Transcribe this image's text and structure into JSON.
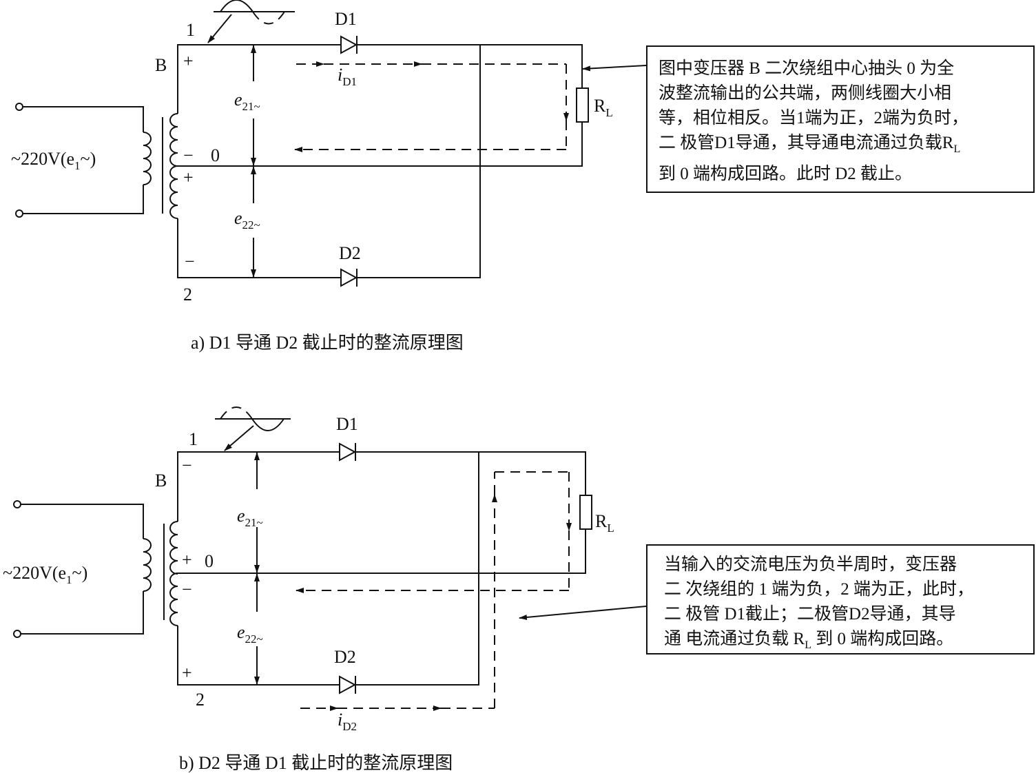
{
  "fig_a": {
    "caption": "a) D1 导通 D2 截止时的整流原理图",
    "input_label": "~220V(e",
    "input_sub": "1",
    "input_tail": "~)",
    "transformer_label": "B",
    "terminal_1": "1",
    "terminal_2": "2",
    "center_tap": "0",
    "polarity_top": "+",
    "polarity_mid_upper": "−",
    "polarity_mid_lower": "+",
    "polarity_bottom": "−",
    "e21": "e",
    "e21_sub": "21~",
    "e22": "e",
    "e22_sub": "22~",
    "diode1": "D1",
    "diode2": "D2",
    "current": "i",
    "current_sub": "D1",
    "load": "R",
    "load_sub": "L",
    "note_lines": [
      "图中变压器 B 二次绕组中心抽头 0 为全",
      "波整流输出的公共端，两侧线圈大小相",
      "等，相位相反。当1端为正，2端为负时，",
      "二 极管D1导通，其导通电流通过负载R",
      "到 0 端构成回路。此时 D2 截止。"
    ],
    "note_line4_sub": "L"
  },
  "fig_b": {
    "caption": "b) D2 导通 D1 截止时的整流原理图",
    "input_label": "~220V(e",
    "input_sub": "1",
    "input_tail": "~)",
    "transformer_label": "B",
    "terminal_1": "1",
    "terminal_2": "2",
    "center_tap": "0",
    "polarity_top": "−",
    "polarity_mid_upper": "+",
    "polarity_mid_lower": "−",
    "polarity_bottom": "+",
    "e21": "e",
    "e21_sub": "21~",
    "e22": "e",
    "e22_sub": "22~",
    "diode1": "D1",
    "diode2": "D2",
    "current": "i",
    "current_sub": "D2",
    "load": "R",
    "load_sub": "L",
    "note_lines": [
      "当输入的交流电压为负半周时，变压器",
      "二 次绕组的 1 端为负，2 端为正，此时，",
      "二 极管 D1截止；二极管D2导通，其导",
      "通 电流通过负载 R"
    ],
    "note_line4_sub": "L",
    "note_line4_tail": " 到 0 端构成回路。"
  }
}
